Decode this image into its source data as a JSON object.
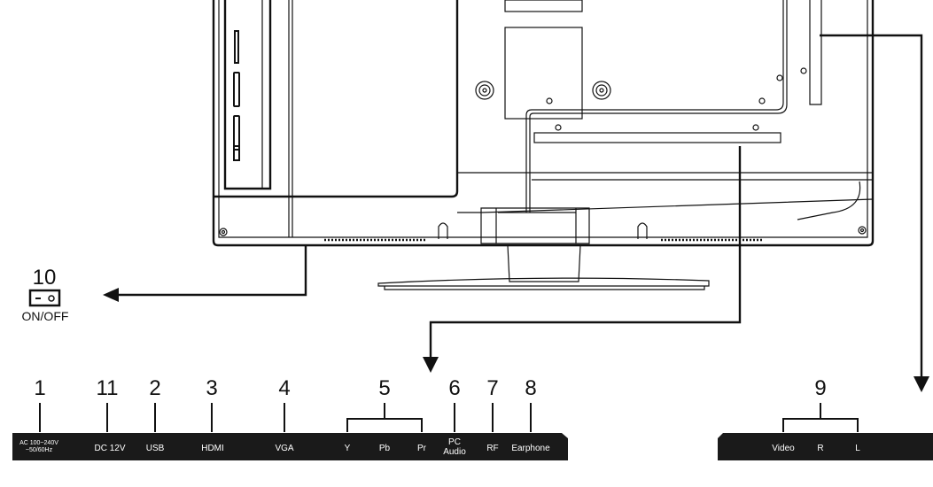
{
  "power_switch": {
    "number": "10",
    "label": "ON/OFF"
  },
  "left_panel": {
    "ports": [
      {
        "number": "1",
        "label_line1": "AC 100~240V",
        "label_line2": "~50/60Hz"
      },
      {
        "number": "11",
        "label": "DC 12V"
      },
      {
        "number": "2",
        "label": "USB"
      },
      {
        "number": "3",
        "label": "HDMI"
      },
      {
        "number": "4",
        "label": "VGA"
      },
      {
        "number": "5",
        "sub_labels": [
          "Y",
          "Pb",
          "Pr"
        ]
      },
      {
        "number": "6",
        "label_line1": "PC",
        "label_line2": "Audio"
      },
      {
        "number": "7",
        "label": "RF"
      },
      {
        "number": "8",
        "label": "Earphone"
      }
    ]
  },
  "right_panel": {
    "ports": [
      {
        "number": "9",
        "sub_labels": [
          "Video",
          "R",
          "L"
        ]
      }
    ]
  },
  "colors": {
    "line": "#111111",
    "panel": "#1a1a1a",
    "background": "#ffffff"
  }
}
